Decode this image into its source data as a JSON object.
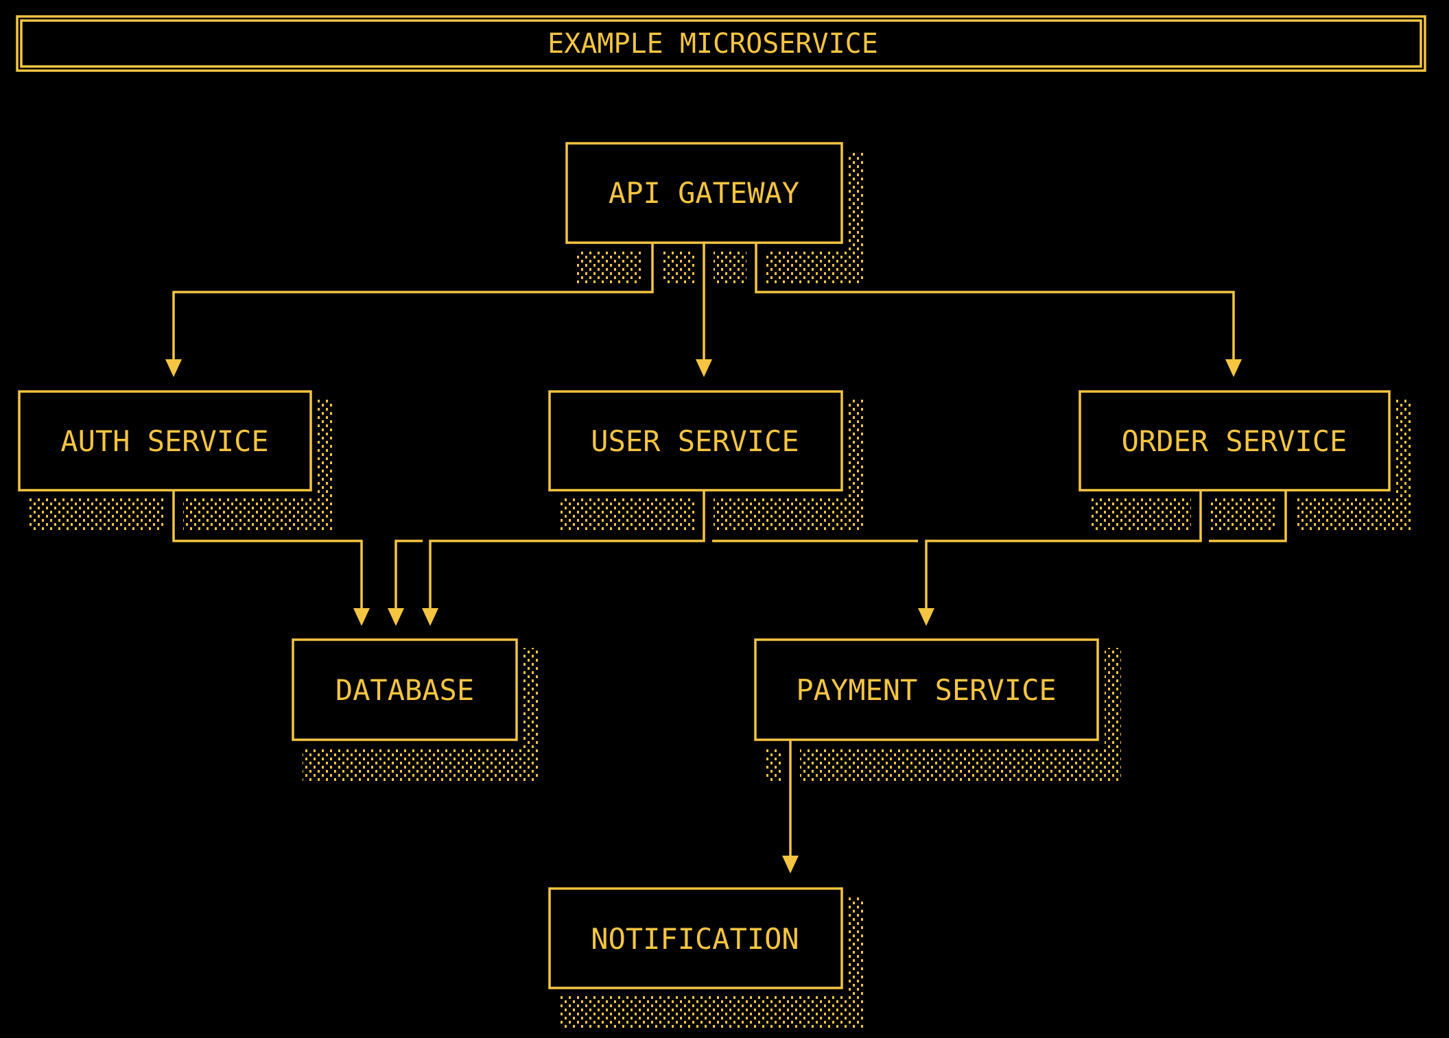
{
  "title": "EXAMPLE MICROSERVICE",
  "colors": {
    "accent": "#F5C542",
    "background": "#000000"
  },
  "nodes": [
    {
      "id": "api-gateway",
      "label": "API GATEWAY"
    },
    {
      "id": "auth-service",
      "label": "AUTH SERVICE"
    },
    {
      "id": "user-service",
      "label": "USER SERVICE"
    },
    {
      "id": "order-service",
      "label": "ORDER SERVICE"
    },
    {
      "id": "database",
      "label": "DATABASE"
    },
    {
      "id": "payment-service",
      "label": "PAYMENT SERVICE"
    },
    {
      "id": "notification",
      "label": "NOTIFICATION"
    }
  ],
  "edges": [
    {
      "from": "api-gateway",
      "to": "auth-service"
    },
    {
      "from": "api-gateway",
      "to": "user-service"
    },
    {
      "from": "api-gateway",
      "to": "order-service"
    },
    {
      "from": "auth-service",
      "to": "database"
    },
    {
      "from": "order-service",
      "to": "database"
    },
    {
      "from": "user-service",
      "to": "database"
    },
    {
      "from": "user-service",
      "to": "payment-service"
    },
    {
      "from": "order-service",
      "to": "payment-service"
    },
    {
      "from": "payment-service",
      "to": "notification"
    }
  ]
}
